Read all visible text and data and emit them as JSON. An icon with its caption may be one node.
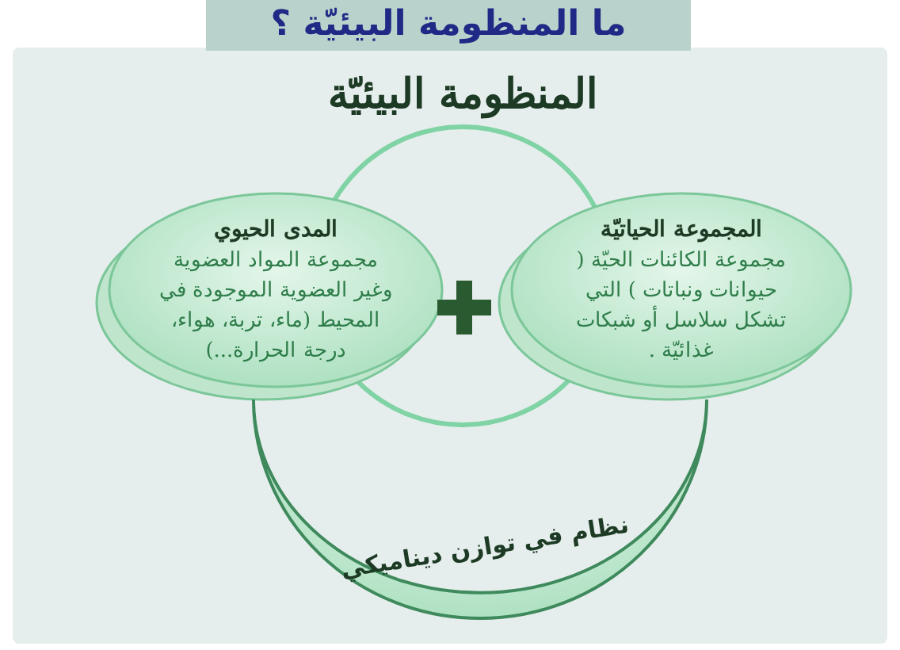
{
  "diagram": {
    "title": "ما المنظومة البيئيّة ؟",
    "nodes": [
      {
        "text": [
          "المنظومة البيئيّة"
        ]
      },
      {
        "text": [
          "المدى الحيوي",
          "مجموعة المواد العضوية وغير العضوية الموجودة في المحيط (ماء، تربة، هواء، درجة الحرارة...)"
        ]
      },
      {
        "text": [
          "المجموعة الحياتيّة",
          "مجموعة الكائنات الحيّة ( حيوانات ونباتات ) التي تشكل سلاسل أو شبكات غذائيّة ."
        ]
      },
      {
        "text": [
          "نظام في توازن ديناميكي"
        ]
      }
    ]
  }
}
